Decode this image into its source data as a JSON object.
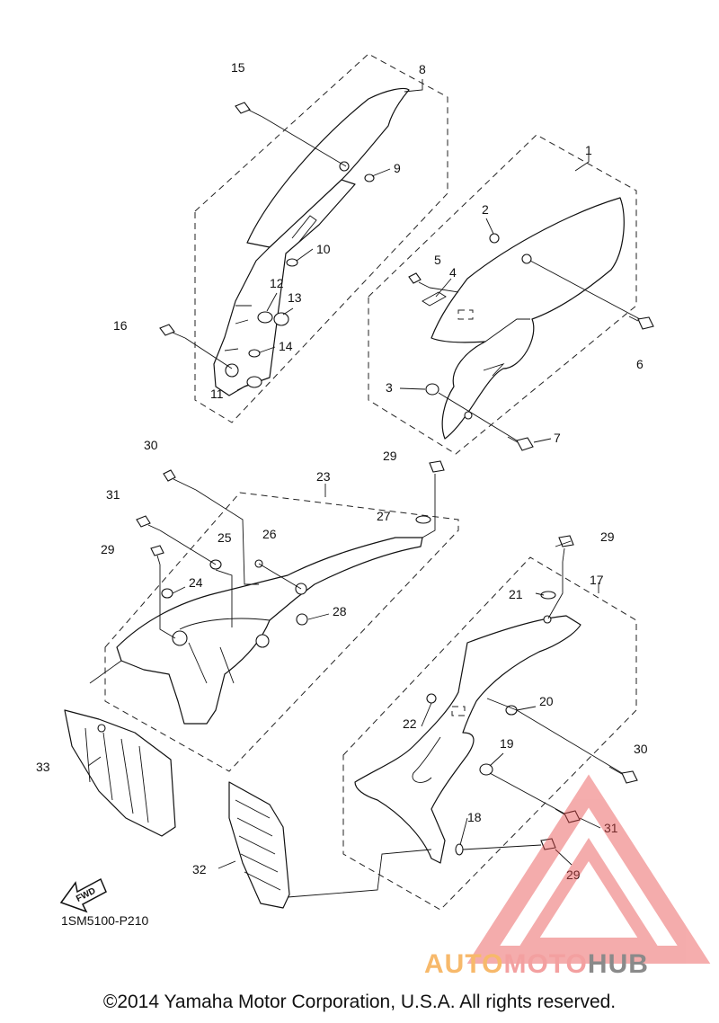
{
  "diagram": {
    "callouts": [
      "1",
      "2",
      "3",
      "4",
      "5",
      "6",
      "7",
      "8",
      "9",
      "10",
      "11",
      "12",
      "13",
      "14",
      "15",
      "16",
      "17",
      "18",
      "19",
      "20",
      "21",
      "22",
      "23",
      "24",
      "25",
      "26",
      "27",
      "28",
      "29",
      "29",
      "29",
      "29",
      "30",
      "30",
      "31",
      "31",
      "32",
      "33"
    ],
    "fwd_label": "FWD",
    "diagram_code": "1SM5100-P210",
    "copyright": "©2014 Yamaha Motor Corporation, U.S.A. All rights reserved."
  },
  "watermark": {
    "part1": "AUTO",
    "part2": "MOTO",
    "part3": "HUB",
    "colors": {
      "auto": "#f7b96b",
      "moto": "#f08a8a",
      "hub": "#8a8a8a",
      "triangle": "#e84a4a"
    }
  }
}
